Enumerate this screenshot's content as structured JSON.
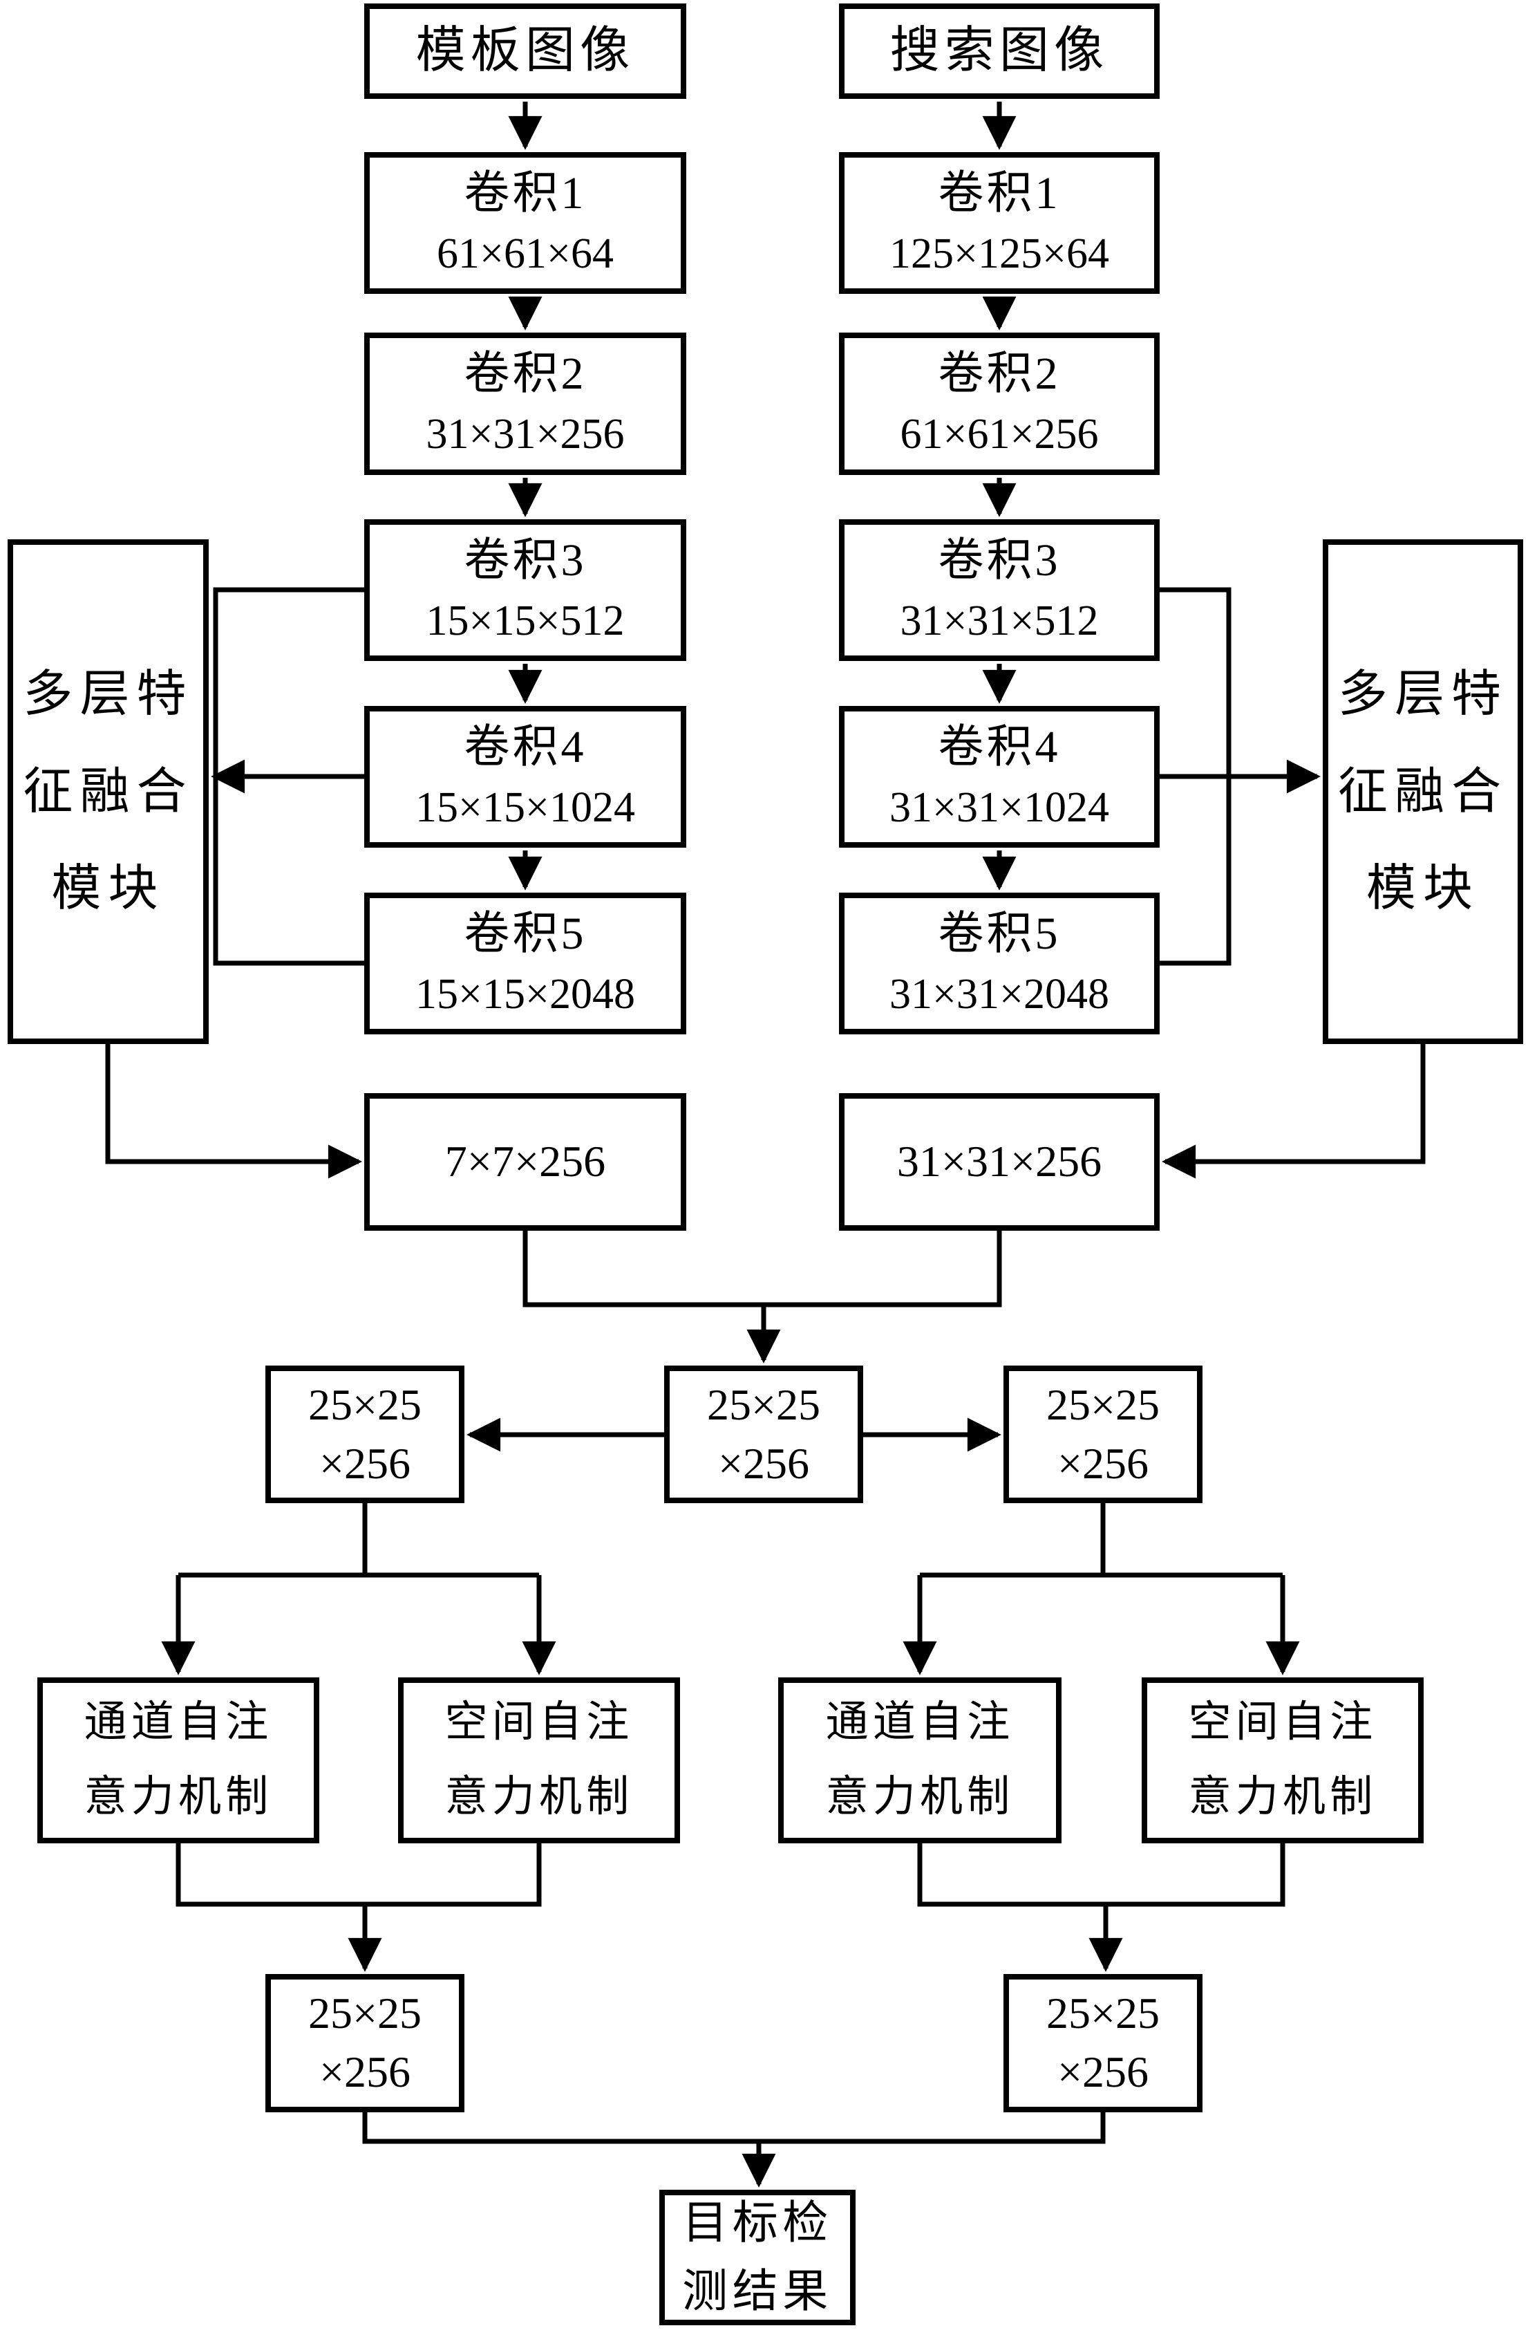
{
  "colors": {
    "background": "#ffffff",
    "line": "#000000",
    "box_border": "#000000",
    "text": "#000000"
  },
  "diagram": {
    "inputs": {
      "template_label": "模板图像",
      "search_label": "搜索图像"
    },
    "template_branch": {
      "conv": [
        {
          "title": "卷积1",
          "dims": "61×61×64"
        },
        {
          "title": "卷积2",
          "dims": "31×31×256"
        },
        {
          "title": "卷积3",
          "dims": "15×15×512"
        },
        {
          "title": "卷积4",
          "dims": "15×15×1024"
        },
        {
          "title": "卷积5",
          "dims": "15×15×2048"
        }
      ],
      "fusion_label": "多层特征融合模块",
      "fusion_lines": [
        "多层特",
        "征融合",
        "模块"
      ],
      "fused_feature": "7×7×256",
      "attention_input": {
        "line1": "25×25",
        "line2": "×256"
      },
      "channel_attention": {
        "label": "通道自注意力机制",
        "line1": "通道自注",
        "line2": "意力机制"
      },
      "spatial_attention": {
        "label": "空间自注意力机制",
        "line1": "空间自注",
        "line2": "意力机制"
      },
      "attention_output": {
        "line1": "25×25",
        "line2": "×256"
      }
    },
    "search_branch": {
      "conv": [
        {
          "title": "卷积1",
          "dims": "125×125×64"
        },
        {
          "title": "卷积2",
          "dims": "61×61×256"
        },
        {
          "title": "卷积3",
          "dims": "31×31×512"
        },
        {
          "title": "卷积4",
          "dims": "31×31×1024"
        },
        {
          "title": "卷积5",
          "dims": "31×31×2048"
        }
      ],
      "fusion_label": "多层特征融合模块",
      "fusion_lines": [
        "多层特",
        "征融合",
        "模块"
      ],
      "fused_feature": "31×31×256",
      "attention_input": {
        "line1": "25×25",
        "line2": "×256"
      },
      "channel_attention": {
        "label": "通道自注意力机制",
        "line1": "通道自注",
        "line2": "意力机制"
      },
      "spatial_attention": {
        "label": "空间自注意力机制",
        "line1": "空间自注",
        "line2": "意力机制"
      },
      "attention_output": {
        "line1": "25×25",
        "line2": "×256"
      }
    },
    "correlation_feature": {
      "line1": "25×25",
      "line2": "×256"
    },
    "result": {
      "label": "目标检测结果",
      "line1": "目标检",
      "line2": "测结果"
    }
  }
}
